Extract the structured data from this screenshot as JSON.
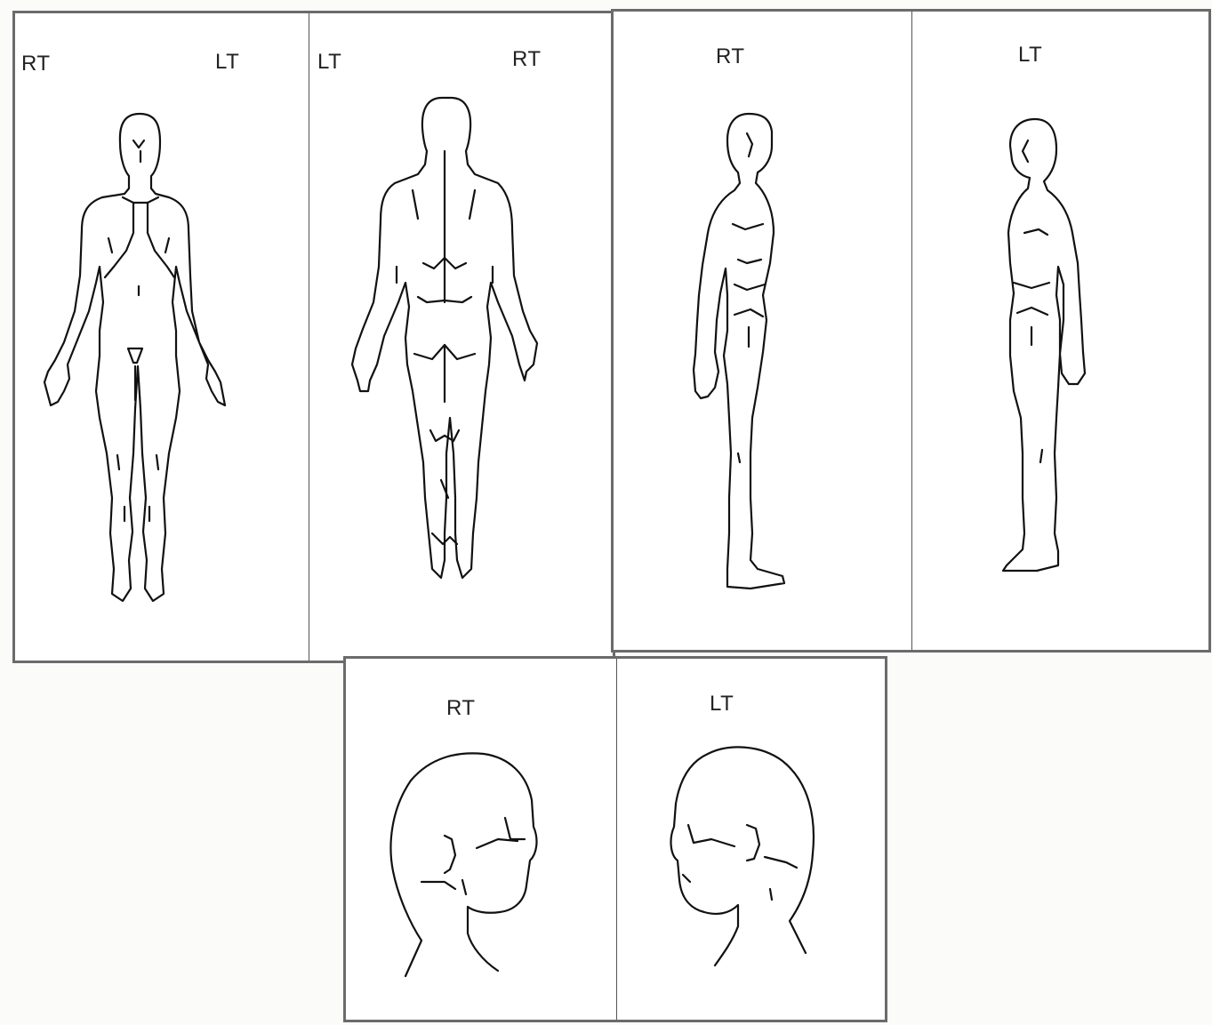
{
  "panels": [
    {
      "id": "front",
      "labels": [
        "RT",
        "LT"
      ]
    },
    {
      "id": "back",
      "labels": [
        "LT",
        "RT"
      ]
    },
    {
      "id": "right-side",
      "labels": [
        "RT"
      ]
    },
    {
      "id": "left-side",
      "labels": [
        "LT"
      ]
    },
    {
      "id": "right-head",
      "labels": [
        "RT"
      ]
    },
    {
      "id": "left-head",
      "labels": [
        "LT"
      ]
    }
  ],
  "colors": {
    "line": "#111111",
    "frame": "#6b6b6b",
    "paper": "#ffffff"
  }
}
